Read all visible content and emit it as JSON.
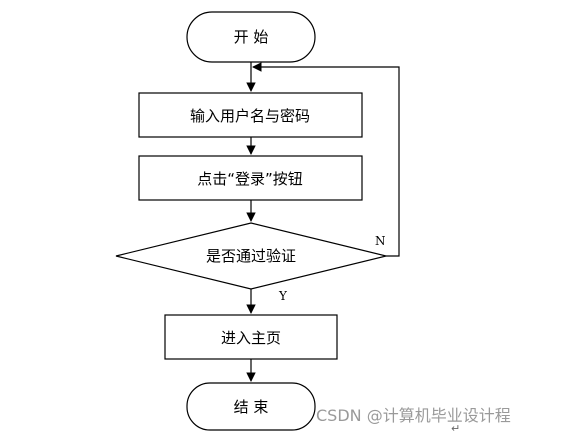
{
  "diagram": {
    "nodes": {
      "start": "开 始",
      "input": "输入用户名与密码",
      "click_login": "点击“登录”按钮",
      "verify": "是否通过验证",
      "enter_home": "进入主页",
      "end": "结 束"
    },
    "edges": {
      "no_label": "N",
      "yes_label": "Y"
    }
  },
  "watermark": "CSDN @计算机毕业设计程",
  "return_mark": "↵"
}
